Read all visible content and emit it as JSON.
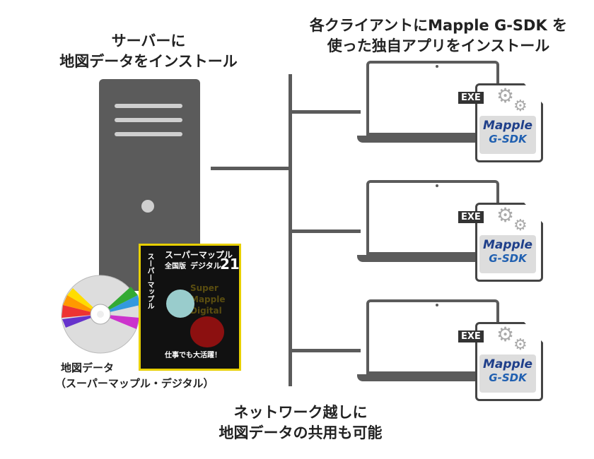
{
  "server_title": [
    "サーバーに",
    "地図データをインストール"
  ],
  "client_title": [
    "各クライアントにMapple G-SDK を",
    "使った独自アプリをインストール"
  ],
  "network_caption": [
    "ネットワーク越しに",
    "地図データの共用も可能"
  ],
  "disc_caption": [
    "地図データ",
    "（スーパーマップル・デジタル）"
  ],
  "product_box": {
    "name_line1": "スーパーマップル",
    "edition": "全国版",
    "name_line2": "デジタル",
    "version": "21",
    "english": "Super Mapple Digital",
    "tagline": "仕事でも大活躍！"
  },
  "exe_icon": {
    "tag": "EXE",
    "brand": "Mapple",
    "product": "G-SDK"
  },
  "clients": [
    {
      "id": 1
    },
    {
      "id": 2
    },
    {
      "id": 3
    }
  ]
}
